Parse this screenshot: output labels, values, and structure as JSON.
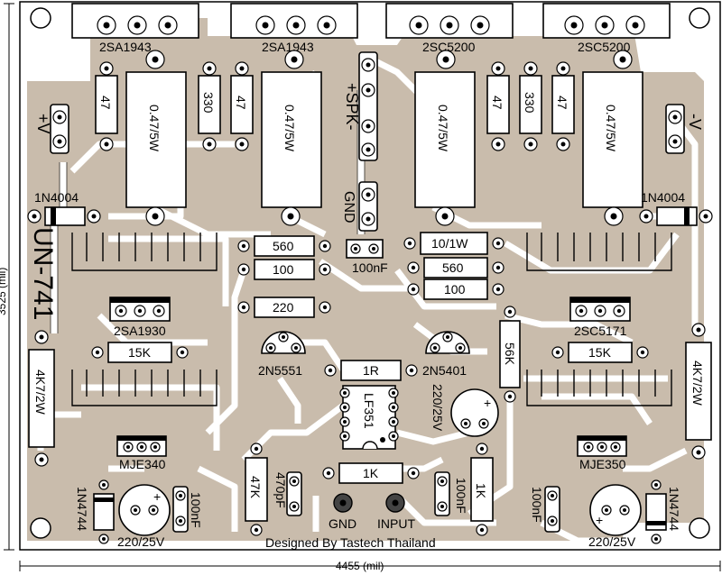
{
  "board": {
    "title_vertical": "UN-741",
    "credit": "Designed By Tastech Thailand",
    "dim_width": "4455 (mil)",
    "dim_height": "3525 (mil)",
    "colors": {
      "copper": "#c9bcac",
      "board_bg": "#ffffff",
      "silkscreen": "#000000"
    }
  },
  "connectors": {
    "plus_v": "+V",
    "minus_v": "-V",
    "spk_plus": "+SPK-",
    "gnd_spk": "GND",
    "gnd_in": "GND",
    "input": "INPUT"
  },
  "transistors": {
    "q1": "2SA1943",
    "q2": "2SA1943",
    "q3": "2SC5200",
    "q4": "2SC5200",
    "q5": "2SA1930",
    "q6": "2SC5171",
    "q7": "2N5551",
    "q8": "2N5401",
    "q9": "MJE340",
    "q10": "MJE350"
  },
  "resistors": {
    "r47a": "47",
    "r330a": "330",
    "r47b": "47",
    "r47c": "47",
    "r330b": "330",
    "r47d": "47",
    "re1": "0.47/5W",
    "re2": "0.47/5W",
    "re3": "0.47/5W",
    "re4": "0.47/5W",
    "r560a": "560",
    "r100a": "100",
    "r220": "220",
    "r10": "10/1W",
    "r560b": "560",
    "r100b": "100",
    "r15ka": "15K",
    "r15kb": "15K",
    "r1r": "1R",
    "r56k": "56K",
    "r4k7a": "4K7/2W",
    "r4k7b": "4K7/2W",
    "r47k": "47K",
    "r1ka": "1K",
    "r1kb": "1K"
  },
  "caps": {
    "c100nf_mid": "100nF",
    "c470pf": "470pF",
    "c220_center": "220/25V",
    "c100nf_a": "100nF",
    "c100nf_b": "100nF",
    "c100nf_c": "100nF",
    "c220_left": "220/25V",
    "c220_right": "220/25V"
  },
  "diodes": {
    "d1": "1N4004",
    "d2": "1N4004",
    "z1": "1N4744",
    "z2": "1N4744"
  },
  "ic": {
    "u1": "LF351"
  }
}
